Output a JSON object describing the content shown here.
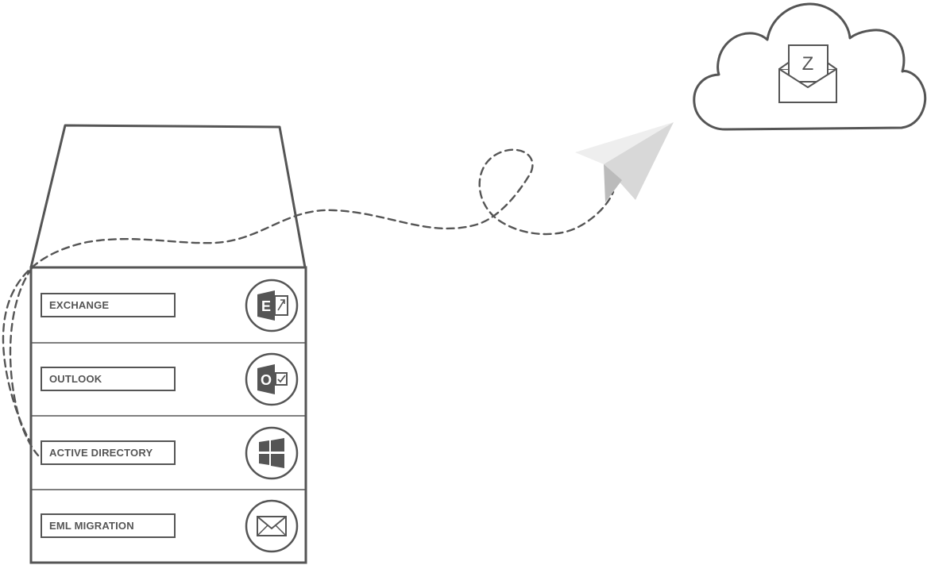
{
  "server": {
    "items": [
      {
        "label": "EXCHANGE",
        "icon": "exchange-icon"
      },
      {
        "label": "OUTLOOK",
        "icon": "outlook-icon"
      },
      {
        "label": "ACTIVE DIRECTORY",
        "icon": "windows-icon"
      },
      {
        "label": "EML MIGRATION",
        "icon": "envelope-icon"
      }
    ]
  },
  "cloud": {
    "icon": "cloud-icon",
    "mail_icon": "open-envelope-icon",
    "letter_mark": "Z"
  },
  "flight": {
    "icon": "paper-plane-icon"
  },
  "exchange_glyph": "E",
  "outlook_glyph": "O",
  "colors": {
    "stroke": "#555555",
    "plane_light": "#eeeeee",
    "plane_mid": "#d8d8d8",
    "plane_dark": "#bbbbbb",
    "background": "#ffffff"
  }
}
